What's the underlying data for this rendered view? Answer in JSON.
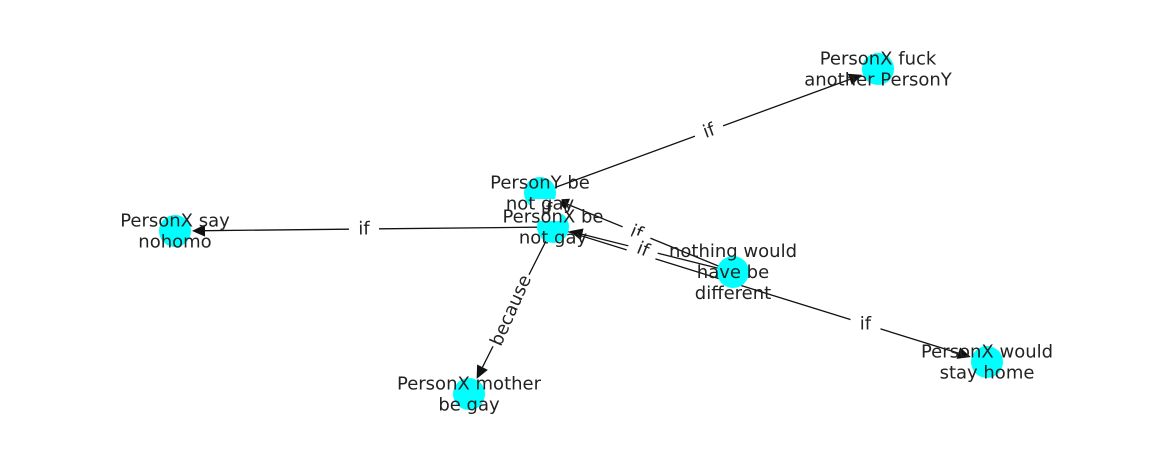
{
  "colors": {
    "node": "#00ffff",
    "edge": "#111111",
    "text": "#222222",
    "background": "#ffffff"
  },
  "nodes": [
    {
      "id": "center",
      "lines": [
        "PersonX be",
        "not gay"
      ]
    },
    {
      "id": "persony",
      "lines": [
        "PersonY be",
        "not gay"
      ]
    },
    {
      "id": "fuck",
      "lines": [
        "PersonX fuck",
        "another PersonY"
      ]
    },
    {
      "id": "nohomo",
      "lines": [
        "PersonX say",
        "nohomo"
      ]
    },
    {
      "id": "nothing",
      "lines": [
        "nothing would",
        "have be",
        "different"
      ]
    },
    {
      "id": "mother",
      "lines": [
        "PersonX mother",
        "be gay"
      ]
    },
    {
      "id": "stay",
      "lines": [
        "PersonX would",
        "stay home"
      ]
    }
  ],
  "edges": [
    {
      "from": "center",
      "to": "nohomo",
      "label": "if"
    },
    {
      "from": "persony",
      "to": "fuck",
      "label": "if"
    },
    {
      "from": "center",
      "to": "mother",
      "label": "because"
    },
    {
      "from": "nothing",
      "to": "persony",
      "label": "if"
    },
    {
      "from": "nothing",
      "to": "center",
      "label": "if"
    },
    {
      "from": "center",
      "to": "stay",
      "label": "if"
    },
    {
      "from": "center",
      "to": "persony",
      "label": "if"
    }
  ]
}
